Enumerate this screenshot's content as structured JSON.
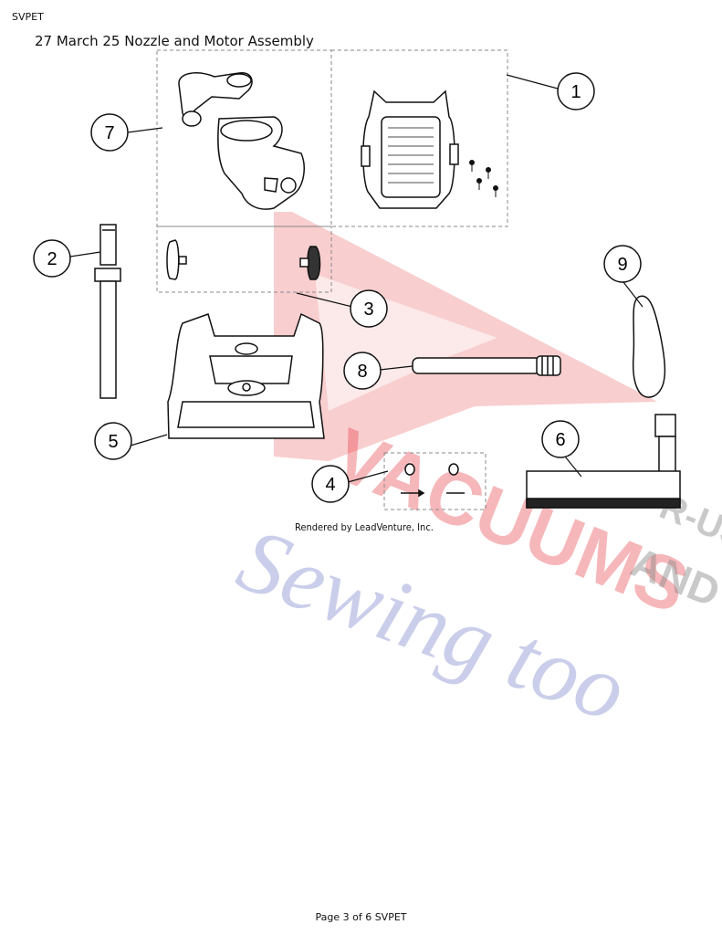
{
  "header": {
    "doc_code": "SVPET"
  },
  "title": "27 March 25 Nozzle and Motor Assembly",
  "rendered_by": "Rendered by LeadVenture, Inc.",
  "footer": {
    "page": "Page 3 of 6 SVPET"
  },
  "callouts": [
    "1",
    "2",
    "3",
    "4",
    "5",
    "6",
    "7",
    "8",
    "9"
  ],
  "watermark": {
    "lines": [
      "VACUUMS",
      "R-US",
      "AND",
      "Sewing too"
    ],
    "colors": {
      "red": "#e8343c",
      "blue": "#6a74c4",
      "gray": "#8a8a8a"
    }
  }
}
